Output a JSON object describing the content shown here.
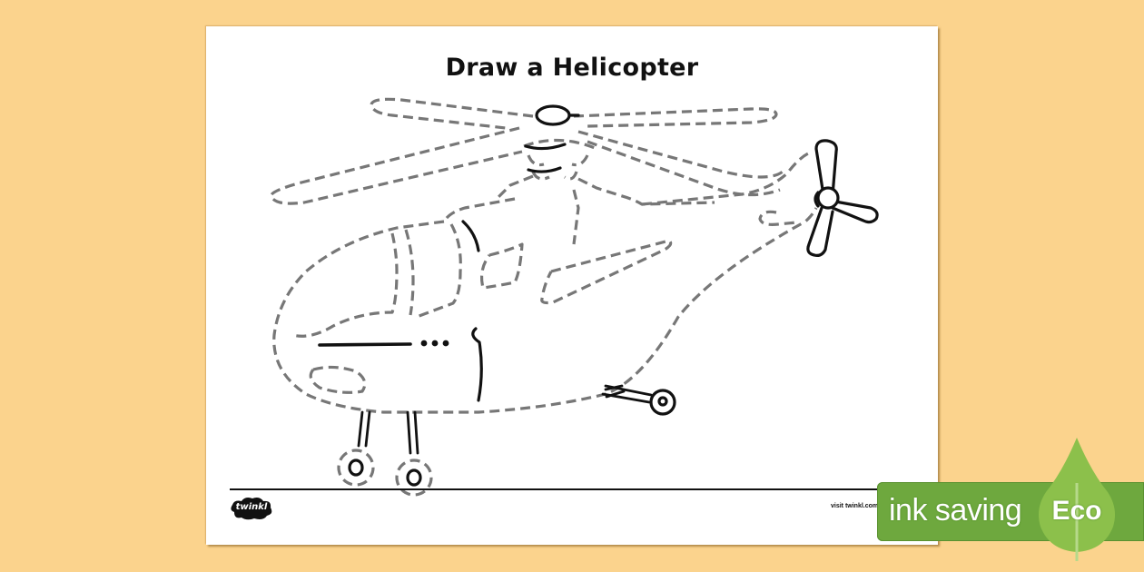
{
  "worksheet": {
    "title": "Draw a Helicopter",
    "subject": "helicopter",
    "line_style": "dashed tracing lines",
    "footer": {
      "logo_text": "twinkl",
      "visit_text": "visit twinkl.com"
    }
  },
  "badge": {
    "label": "ink saving",
    "eco_label": "Eco",
    "icon": "leaf-icon",
    "color": "#6EA83E",
    "leaf_color": "#8CC04B"
  },
  "colors": {
    "background": "#FBD38D",
    "page": "#FFFFFF",
    "dash_stroke": "#777777",
    "solid_stroke": "#111111"
  }
}
